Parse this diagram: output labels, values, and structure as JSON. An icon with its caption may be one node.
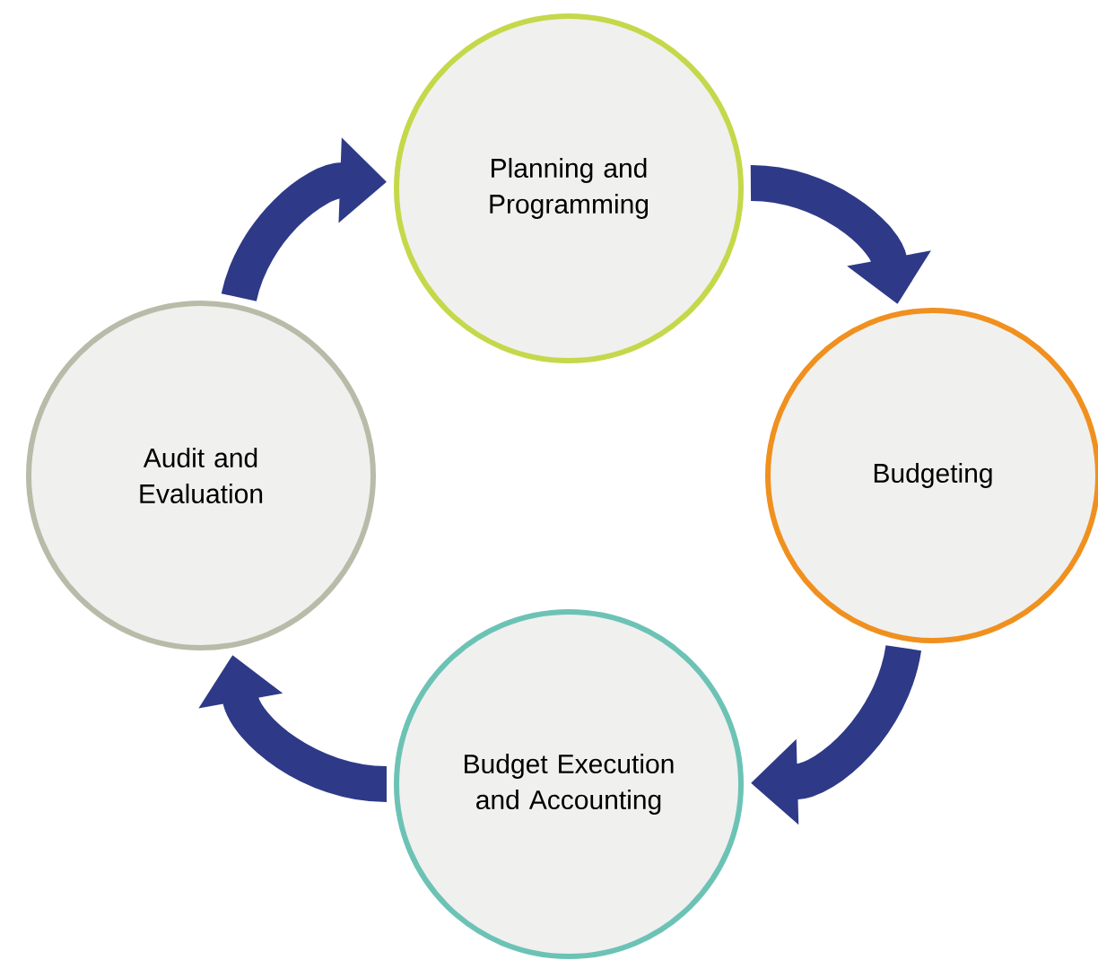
{
  "diagram": {
    "nodes": [
      {
        "text": [
          "Planning and Programming"
        ]
      },
      {
        "text": [
          "Budgeting"
        ]
      },
      {
        "text": [
          "Budget Execution and Accounting"
        ]
      },
      {
        "text": [
          "Audit and Evaluation"
        ]
      }
    ],
    "edges": [
      {
        "from": 0,
        "to": 1,
        "arrow": "to"
      },
      {
        "from": 1,
        "to": 2,
        "arrow": "to"
      },
      {
        "from": 2,
        "to": 3,
        "arrow": "to"
      },
      {
        "from": 3,
        "to": 0,
        "arrow": "to"
      }
    ]
  }
}
